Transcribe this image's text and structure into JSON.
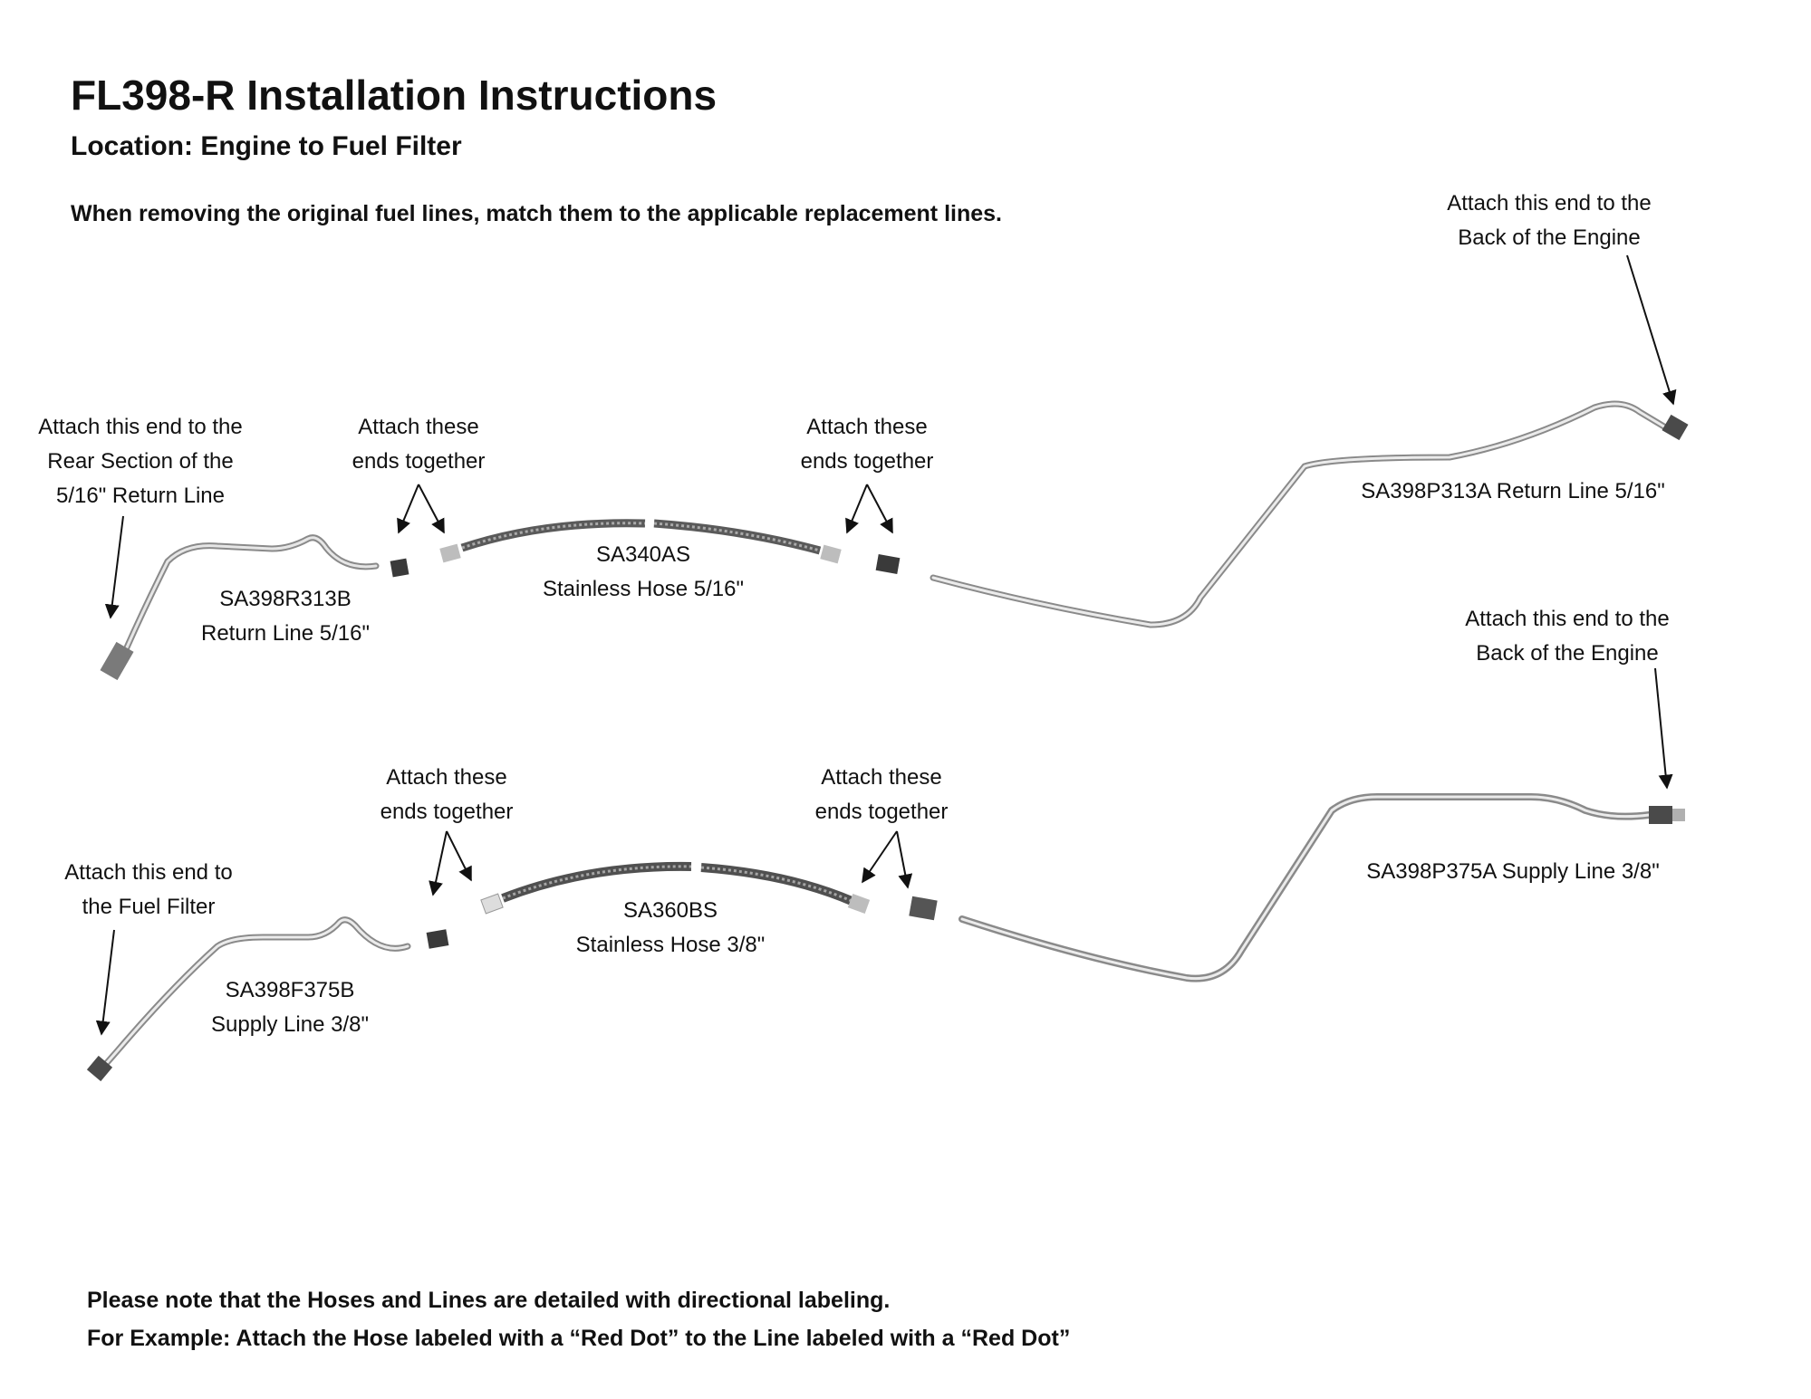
{
  "header": {
    "title": "FL398-R Installation Instructions",
    "location": "Location: Engine to Fuel Filter",
    "instruction": "When removing the original fuel lines, match them to the applicable replacement lines."
  },
  "return_assembly": {
    "engine_callout": [
      "Attach this end to the",
      "Back of the Engine"
    ],
    "rear_callout": [
      "Attach this end to the",
      "Rear Section of the",
      "5/16\" Return Line"
    ],
    "join_callout_left": [
      "Attach these",
      "ends together"
    ],
    "join_callout_right": [
      "Attach these",
      "ends together"
    ],
    "rear_line": [
      "SA398R313B",
      "Return Line 5/16\""
    ],
    "hose": [
      "SA340AS",
      "Stainless Hose 5/16\""
    ],
    "front_line": [
      "SA398P313A Return Line 5/16\""
    ]
  },
  "supply_assembly": {
    "engine_callout": [
      "Attach this end to the",
      "Back of the Engine"
    ],
    "filter_callout": [
      "Attach this end to",
      "the Fuel Filter"
    ],
    "join_callout_left": [
      "Attach these",
      "ends together"
    ],
    "join_callout_right": [
      "Attach these",
      "ends together"
    ],
    "rear_line": [
      "SA398F375B",
      "Supply Line 3/8\""
    ],
    "hose": [
      "SA360BS",
      "Stainless Hose 3/8\""
    ],
    "front_line": [
      "SA398P375A Supply Line 3/8\""
    ]
  },
  "footer": {
    "note_1": "Please note that the Hoses and Lines are detailed with directional labeling.",
    "note_2": "For Example: Attach the Hose labeled with a “Red Dot” to the Line labeled with a “Red Dot”"
  }
}
